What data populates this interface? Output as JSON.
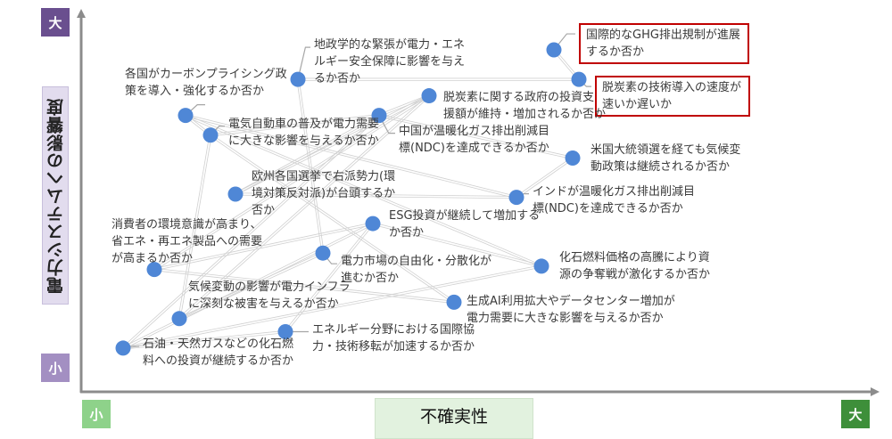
{
  "axes": {
    "y_title": "電力システムへの影響度",
    "y_high": "大",
    "y_low": "小",
    "x_title": "不確実性",
    "x_low": "小",
    "x_high": "大"
  },
  "colors": {
    "dot": "#4f87d6",
    "y_high_tag": "#6a4f8f",
    "y_low_tag": "#a38fc2",
    "x_low_tag": "#8ed28a",
    "x_high_tag": "#3e8f3a",
    "highlight_border": "#c00000",
    "axis": "#8c8c8c",
    "link": "#d0d0d0"
  },
  "chart_data": {
    "type": "scatter",
    "title": "",
    "xlabel": "不確実性",
    "ylabel": "電力システムへの影響度",
    "xlim": [
      0,
      100
    ],
    "ylim": [
      0,
      100
    ],
    "x_scale_labels": [
      "小",
      "大"
    ],
    "y_scale_labels": [
      "小",
      "大"
    ],
    "points": [
      {
        "id": "ghg",
        "label": [
          "国際的なGHG排出規制が進展",
          "するか否か"
        ],
        "x": 73,
        "y": 97,
        "highlight": true
      },
      {
        "id": "tech",
        "label": [
          "脱炭素の技術導入の速度が",
          "速いか遅いか"
        ],
        "x": 77,
        "y": 88,
        "highlight": true
      },
      {
        "id": "geo",
        "label": [
          "地政学的な緊張が電力・エネ",
          "ルギー安全保障に影響を与え",
          "るか否か"
        ],
        "x": 32,
        "y": 88,
        "highlight": false
      },
      {
        "id": "carbon",
        "label": [
          "各国がカーボンプライシング政",
          "策を導入・強化するか否か"
        ],
        "x": 14,
        "y": 77,
        "highlight": false
      },
      {
        "id": "gov",
        "label": [
          "脱炭素に関する政府の投資支",
          "援額が維持・増加されるか否か"
        ],
        "x": 53,
        "y": 83,
        "highlight": false
      },
      {
        "id": "china",
        "label": [
          "中国が温暖化ガス排出削減目",
          "標(NDC)を達成できるか否か"
        ],
        "x": 45,
        "y": 77,
        "highlight": false
      },
      {
        "id": "ev",
        "label": [
          "電気自動車の普及が電力需要",
          "に大きな影響を与えるか否か"
        ],
        "x": 18,
        "y": 71,
        "highlight": false
      },
      {
        "id": "us",
        "label": [
          "米国大統領選を経ても気候変",
          "動政策は継続されるか否か"
        ],
        "x": 76,
        "y": 64,
        "highlight": false
      },
      {
        "id": "eu",
        "label": [
          "欧州各国選挙で右派勢力(環",
          "境対策反対派)が台頭するか",
          "否か"
        ],
        "x": 22,
        "y": 53,
        "highlight": false
      },
      {
        "id": "india",
        "label": [
          "インドが温暖化ガス排出削減目",
          "標(NDC)を達成できるか否か"
        ],
        "x": 67,
        "y": 52,
        "highlight": false
      },
      {
        "id": "consumer",
        "label": [
          "消費者の環境意識が高まり、",
          "省エネ・再エネ製品への需要",
          "が高まるか否か"
        ],
        "x": 9,
        "y": 30,
        "highlight": false
      },
      {
        "id": "esg",
        "label": [
          "ESG投資が継続して増加する",
          "か否か"
        ],
        "x": 44,
        "y": 44,
        "highlight": false
      },
      {
        "id": "market",
        "label": [
          "電力市場の自由化・分散化が",
          "進むか否か"
        ],
        "x": 36,
        "y": 35,
        "highlight": false
      },
      {
        "id": "fossilprice",
        "label": [
          "化石燃料価格の高騰により資",
          "源の争奪戦が激化するか否か"
        ],
        "x": 71,
        "y": 31,
        "highlight": false
      },
      {
        "id": "climate",
        "label": [
          "気候変動の影響が電力インフラ",
          "に深刻な被害を与えるか否か"
        ],
        "x": 13,
        "y": 15,
        "highlight": false
      },
      {
        "id": "ai",
        "label": [
          "生成AI利用拡大やデータセンター増加が",
          "電力需要に大きな影響を与えるか否か"
        ],
        "x": 57,
        "y": 20,
        "highlight": false
      },
      {
        "id": "intl",
        "label": [
          "エネルギー分野における国際協",
          "力・技術移転が加速するか否か"
        ],
        "x": 30,
        "y": 11,
        "highlight": false
      },
      {
        "id": "fossilinv",
        "label": [
          "石油・天然ガスなどの化石燃",
          "料への投資が継続するか否か"
        ],
        "x": 4,
        "y": 6,
        "highlight": false
      }
    ],
    "links": [
      [
        "ghg",
        "tech"
      ],
      [
        "geo",
        "tech"
      ],
      [
        "geo",
        "market"
      ],
      [
        "carbon",
        "ev"
      ],
      [
        "carbon",
        "india"
      ],
      [
        "carbon",
        "fossilprice"
      ],
      [
        "ev",
        "climate"
      ],
      [
        "ev",
        "china"
      ],
      [
        "ev",
        "ai"
      ],
      [
        "gov",
        "china"
      ],
      [
        "gov",
        "eu"
      ],
      [
        "gov",
        "consumer"
      ],
      [
        "china",
        "eu"
      ],
      [
        "china",
        "fossilinv"
      ],
      [
        "us",
        "india"
      ],
      [
        "us",
        "china"
      ],
      [
        "eu",
        "india"
      ],
      [
        "consumer",
        "esg"
      ],
      [
        "consumer",
        "ai"
      ],
      [
        "esg",
        "intl"
      ],
      [
        "esg",
        "fossilinv"
      ],
      [
        "market",
        "climate"
      ],
      [
        "fossilprice",
        "fossilinv"
      ],
      [
        "fossilprice",
        "esg"
      ],
      [
        "climate",
        "gov"
      ],
      [
        "intl",
        "fossilinv"
      ]
    ]
  }
}
